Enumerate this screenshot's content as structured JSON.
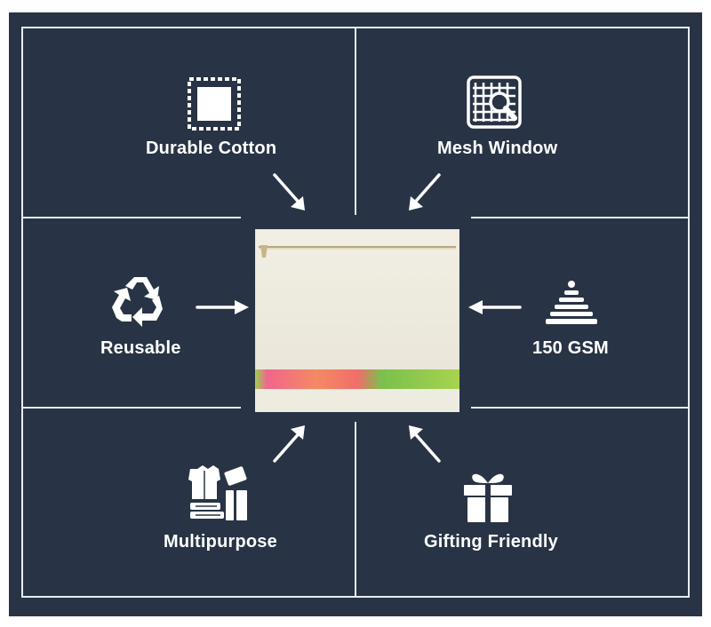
{
  "colors": {
    "background": "#283445",
    "lines": "#e9edf2",
    "text": "#ffffff",
    "pouch": "#efece2"
  },
  "features": {
    "durable_cotton": {
      "label": "Durable Cotton",
      "icon": "fabric-swatch-icon"
    },
    "mesh_window": {
      "label": "Mesh Window",
      "icon": "mesh-magnifier-icon"
    },
    "reusable": {
      "label": "Reusable",
      "icon": "recycle-icon"
    },
    "gsm": {
      "label": "150 GSM",
      "icon": "stacked-layers-icon"
    },
    "multipurpose": {
      "label": "Multipurpose",
      "icon": "clothes-books-icon"
    },
    "gifting": {
      "label": "Gifting Friendly",
      "icon": "gift-box-icon"
    }
  }
}
